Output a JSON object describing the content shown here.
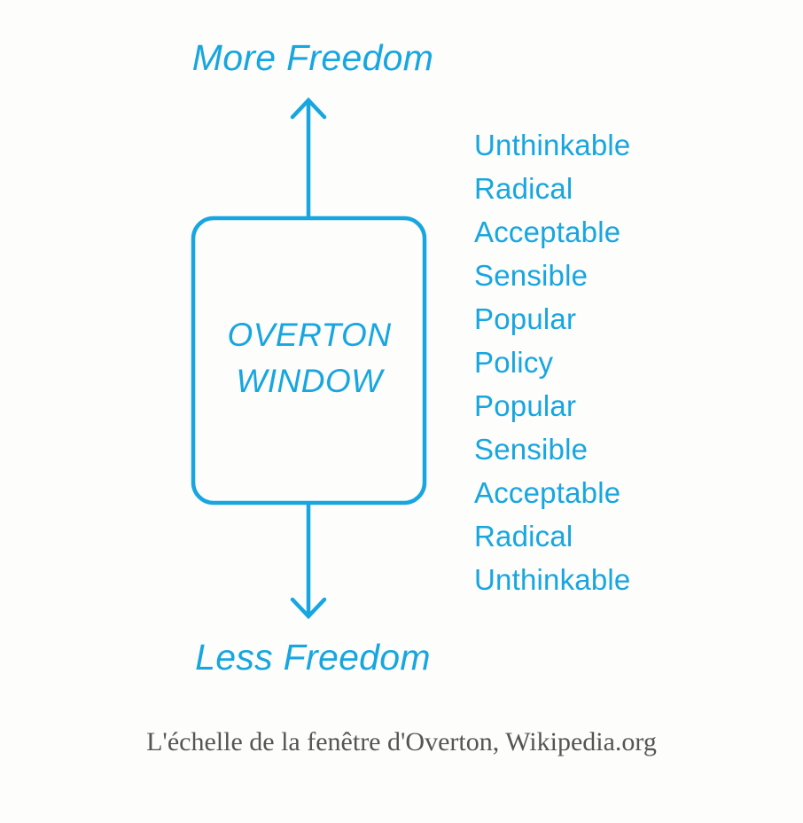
{
  "colors": {
    "accent": "#17a6e0",
    "caption": "#555555",
    "background": "#fdfdfb",
    "box_fill": "#fdfdfb"
  },
  "axis": {
    "top_label": "More Freedom",
    "bottom_label": "Less Freedom",
    "up_arrow_icon": "arrow-up-icon",
    "down_arrow_icon": "arrow-down-icon"
  },
  "window_box": {
    "text": "OVERTON\nWINDOW"
  },
  "scale": {
    "items": [
      {
        "label": "Unthinkable"
      },
      {
        "label": "Radical"
      },
      {
        "label": "Acceptable"
      },
      {
        "label": "Sensible"
      },
      {
        "label": "Popular"
      },
      {
        "label": "Policy"
      },
      {
        "label": "Popular"
      },
      {
        "label": "Sensible"
      },
      {
        "label": "Acceptable"
      },
      {
        "label": "Radical"
      },
      {
        "label": "Unthinkable"
      }
    ]
  },
  "caption": {
    "text": "L'échelle de la fenêtre d'Overton, Wikipedia.org"
  }
}
